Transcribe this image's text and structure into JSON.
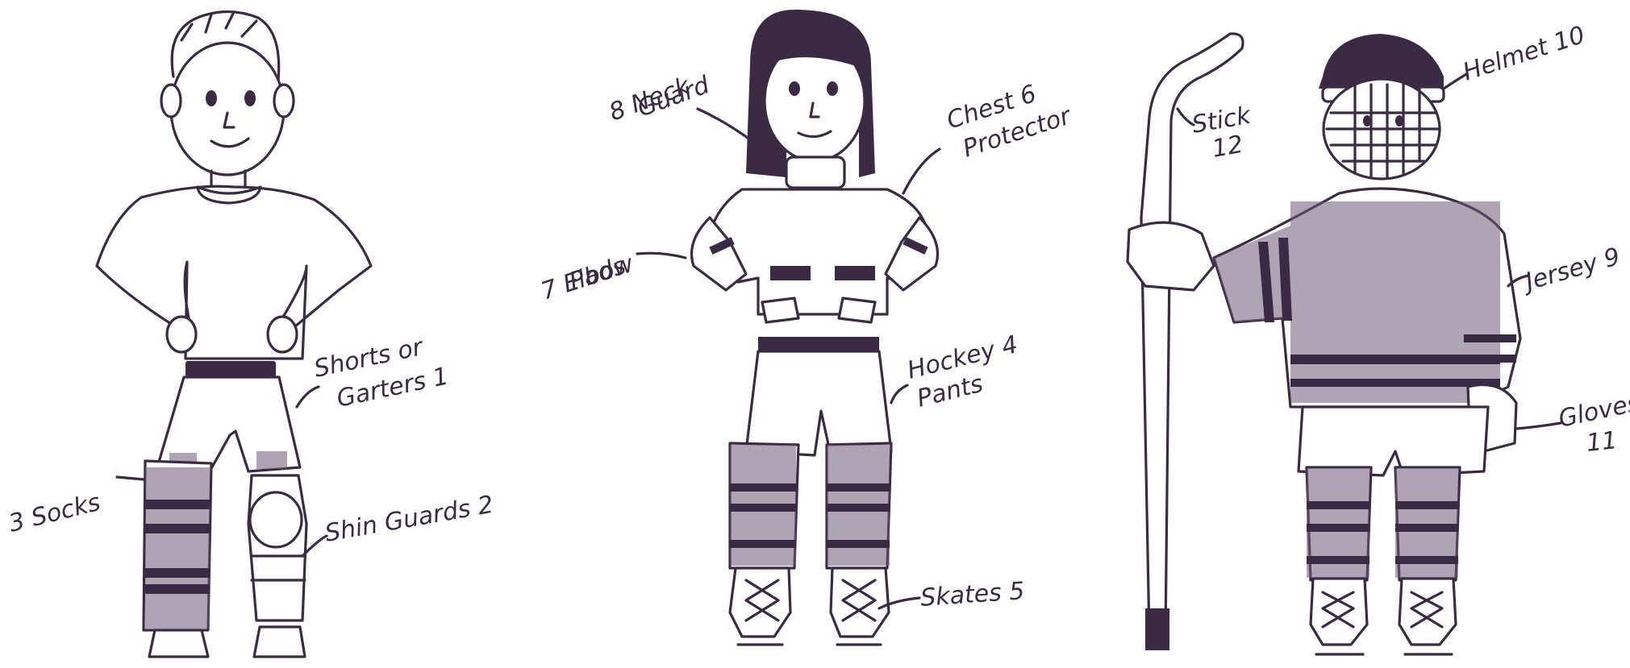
{
  "labels": [
    {
      "id": "shorts-or-garters",
      "line1": "Shorts or",
      "line2": "Garters 1"
    },
    {
      "id": "shin-guards",
      "line1": "Shin Guards 2"
    },
    {
      "id": "socks",
      "line1": "3 Socks"
    },
    {
      "id": "hockey-pants",
      "line1": "Hockey 4",
      "line2": "Pants"
    },
    {
      "id": "skates",
      "line1": "Skates 5"
    },
    {
      "id": "chest-protector",
      "line1": "Chest 6",
      "line2": "Protector"
    },
    {
      "id": "elbow-pads",
      "line1": "7 Elbow",
      "line2": "Pads"
    },
    {
      "id": "neck-guard",
      "line1": "8 Neck",
      "line2": "Guard"
    },
    {
      "id": "jersey",
      "line1": "Jersey 9"
    },
    {
      "id": "helmet",
      "line1": "Helmet 10"
    },
    {
      "id": "gloves",
      "line1": "Gloves",
      "line2": "11"
    },
    {
      "id": "stick",
      "line1": "Stick",
      "line2": "12"
    }
  ]
}
